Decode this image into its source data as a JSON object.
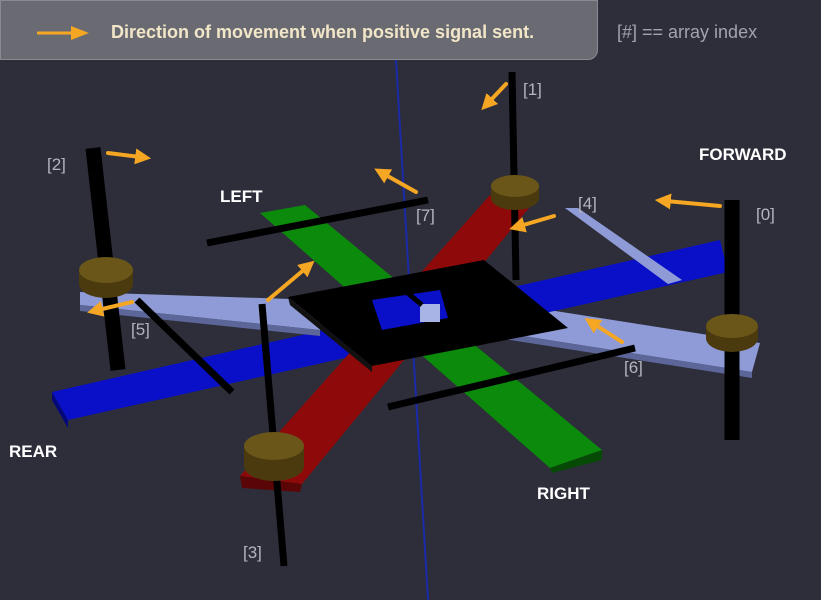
{
  "legend": {
    "text": "Direction of movement when positive signal sent.",
    "arrow_color": "#f5a623",
    "arrow_icon": "arrow-right"
  },
  "index_note": "[#] == array index",
  "directions": {
    "forward": "FORWARD",
    "left": "LEFT",
    "rear": "REAR",
    "right": "RIGHT"
  },
  "indices": {
    "i0": "[0]",
    "i1": "[1]",
    "i2": "[2]",
    "i3": "[3]",
    "i4": "[4]",
    "i5": "[5]",
    "i6": "[6]",
    "i7": "[7]"
  },
  "colors": {
    "background": "#2d2e3a",
    "arm_blue": "#0a10c8",
    "arm_green": "#0c8a0c",
    "arm_red": "#8e0a0a",
    "light_bar": "#8e9bd6",
    "motor": "#4a3a0e",
    "axis_line": "#1a2aa8"
  }
}
